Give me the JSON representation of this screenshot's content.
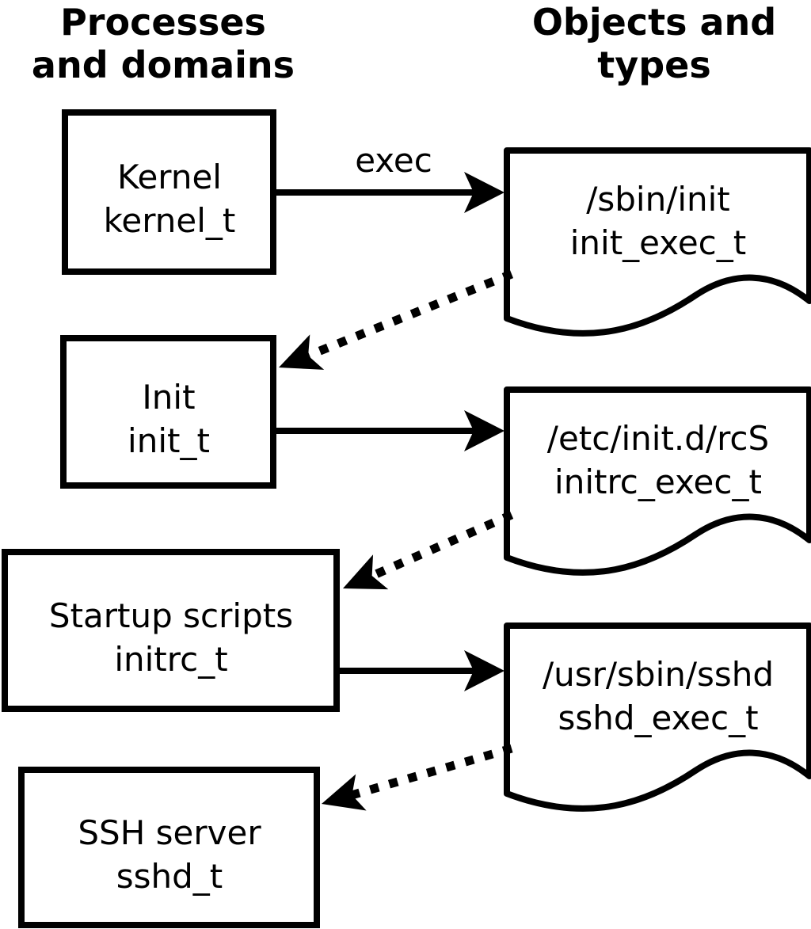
{
  "headers": {
    "left": {
      "line1": "Processes",
      "line2": "and domains"
    },
    "right": {
      "line1": "Objects and",
      "line2": "types"
    }
  },
  "processes": [
    {
      "label": "Kernel",
      "domain": "kernel_t"
    },
    {
      "label": "Init",
      "domain": "init_t"
    },
    {
      "label": "Startup scripts",
      "domain": "initrc_t"
    },
    {
      "label": "SSH server",
      "domain": "sshd_t"
    }
  ],
  "objects": [
    {
      "path": "/sbin/init",
      "type": "init_exec_t"
    },
    {
      "path": "/etc/init.d/rcS",
      "type": "initrc_exec_t"
    },
    {
      "path": "/usr/sbin/sshd",
      "type": "sshd_exec_t"
    }
  ],
  "edges": {
    "exec_label": "exec",
    "solid": [
      {
        "from": "kernel_t",
        "to": "init_exec_t",
        "relation": "exec"
      },
      {
        "from": "init_t",
        "to": "initrc_exec_t",
        "relation": "exec"
      },
      {
        "from": "initrc_t",
        "to": "sshd_exec_t",
        "relation": "exec"
      }
    ],
    "dotted": [
      {
        "from": "init_exec_t",
        "to": "init_t"
      },
      {
        "from": "initrc_exec_t",
        "to": "initrc_t"
      },
      {
        "from": "sshd_exec_t",
        "to": "sshd_t"
      }
    ]
  },
  "colors": {
    "ink": "#000000",
    "background": "#ffffff"
  }
}
